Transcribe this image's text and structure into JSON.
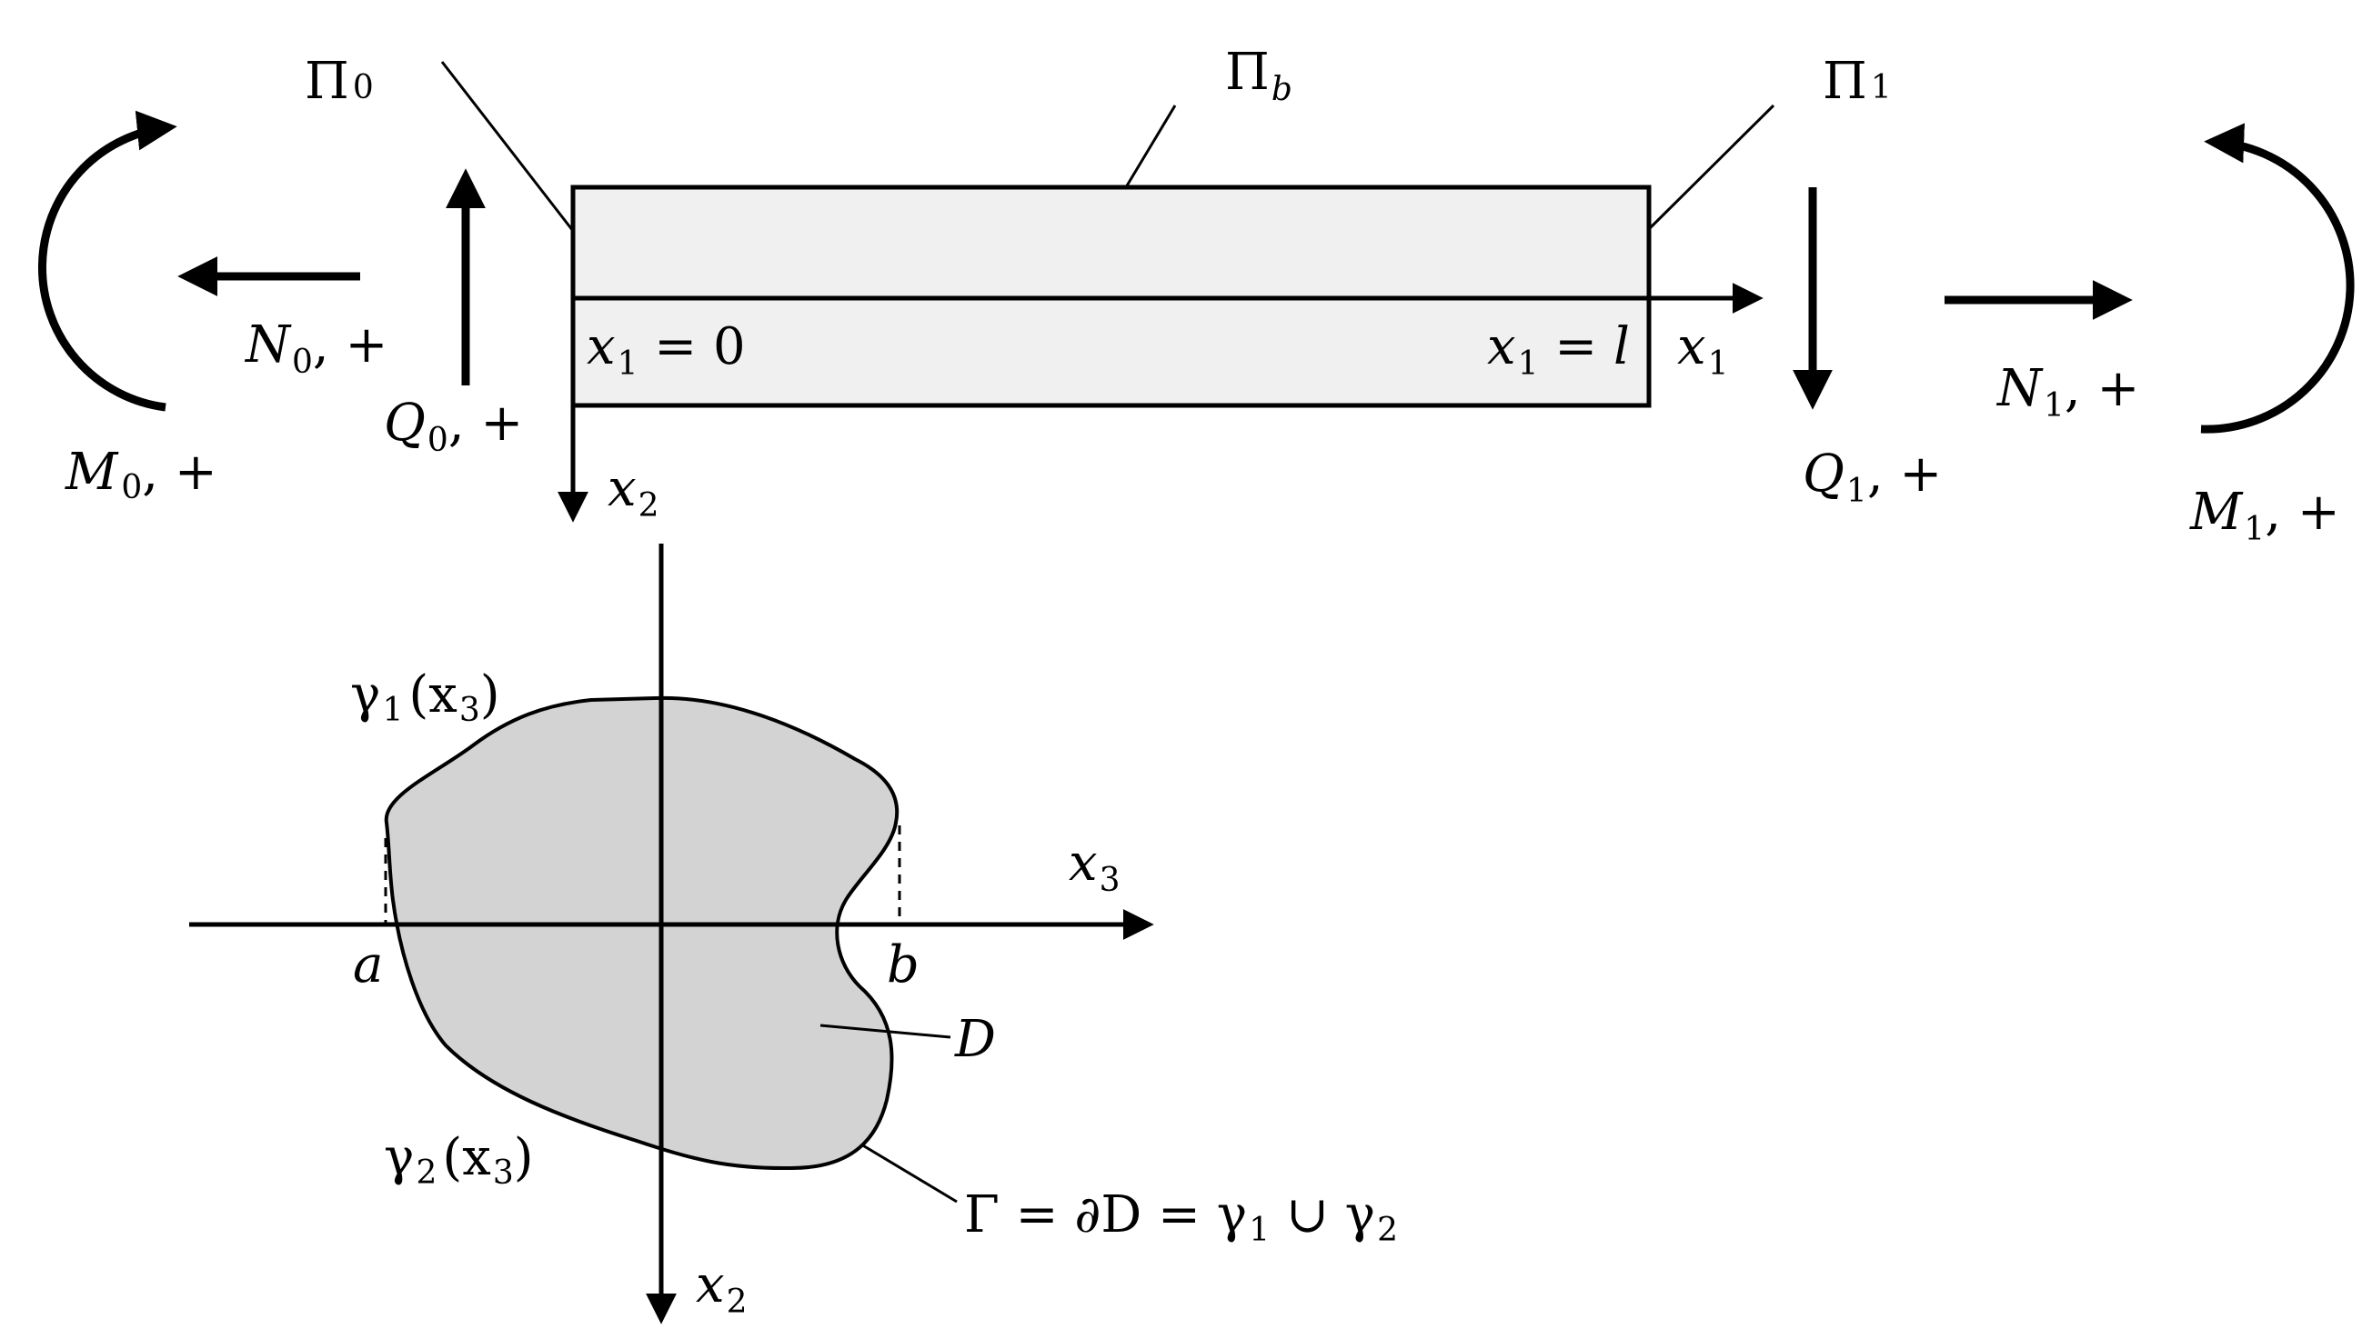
{
  "labels": {
    "pi0": "Π",
    "pi0_sub": "0",
    "pib": "Π",
    "pib_sub": "b",
    "pi1": "Π",
    "pi1_sub": "1",
    "m0": "M",
    "m0_sub": "0",
    "m0_sign": ", +",
    "n0": "N",
    "n0_sub": "0",
    "n0_sign": ", +",
    "q0": "Q",
    "q0_sub": "0",
    "q0_sign": ", +",
    "x1_zero": "x",
    "x1_zero_sub": "1",
    "x1_zero_rest": " = 0",
    "x1_l": "x",
    "x1_l_sub": "1",
    "x1_l_rest": " = l",
    "x1_axis": "x",
    "x1_axis_sub": "1",
    "x2_beam": "x",
    "x2_beam_sub": "2",
    "q1": "Q",
    "q1_sub": "1",
    "q1_sign": ", +",
    "n1": "N",
    "n1_sub": "1",
    "n1_sign": ", +",
    "m1": "M",
    "m1_sub": "1",
    "m1_sign": ", +",
    "gamma1": "γ",
    "gamma1_sub": "1",
    "gamma1_arg": "(x",
    "gamma1_arg_sub": "3",
    "gamma1_close": ")",
    "x3_axis": "x",
    "x3_axis_sub": "3",
    "a": "a",
    "b": "b",
    "D": "D",
    "gamma2": "γ",
    "gamma2_sub": "2",
    "gamma2_arg": "(x",
    "gamma2_arg_sub": "3",
    "gamma2_close": ")",
    "boundary_pre": "Γ = ∂D = γ",
    "boundary_sub1": "1",
    "boundary_mid": " ∪ γ",
    "boundary_sub2": "2",
    "x2_section": "x",
    "x2_section_sub": "2"
  },
  "colors": {
    "stroke": "#000000",
    "beam_fill": "#f0f0f0",
    "section_fill": "#d3d3d3",
    "background": "#ffffff"
  }
}
